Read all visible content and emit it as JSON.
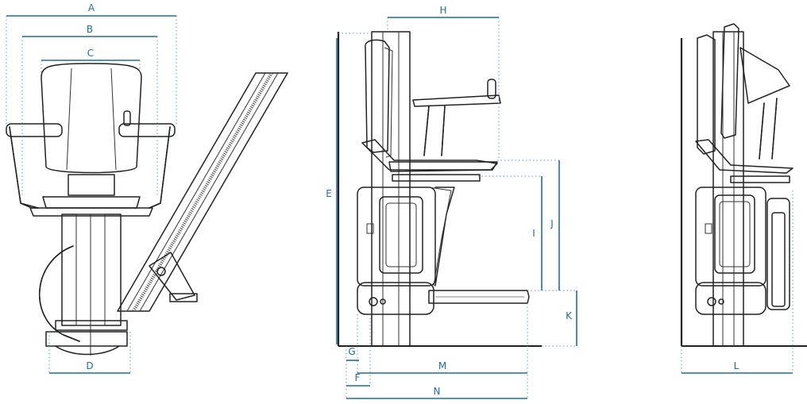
{
  "colors": {
    "dimension": "#1f6f9f",
    "seat": "#ece18c",
    "seat_dark": "#d9cb6a",
    "body_light": "#f1f1f1",
    "body_mid": "#d9d9d9",
    "footrest": "#595959",
    "outline": "#222222"
  },
  "labels": {
    "A": "A",
    "B": "B",
    "C": "C",
    "D": "D",
    "E": "E",
    "F": "F",
    "G": "G",
    "H": "H",
    "I": "I",
    "J": "J",
    "K": "K",
    "L": "L",
    "M": "M",
    "N": "N"
  }
}
